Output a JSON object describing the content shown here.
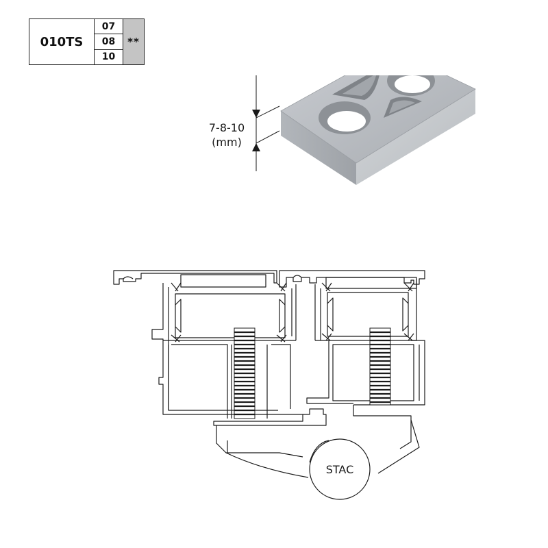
{
  "product": {
    "code": "010TS",
    "thickness_options": [
      "07",
      "08",
      "10"
    ],
    "marker": "**"
  },
  "dimension": {
    "value": "7-8-10",
    "unit": "(mm)"
  },
  "section": {
    "brand_label": "STAC"
  },
  "colors": {
    "pad_top": "#b9bdc2",
    "pad_front": "#a7abb0",
    "pad_side": "#c9ccd0",
    "marker_cell": "#c4c4c4",
    "line": "#1a1a1a"
  }
}
